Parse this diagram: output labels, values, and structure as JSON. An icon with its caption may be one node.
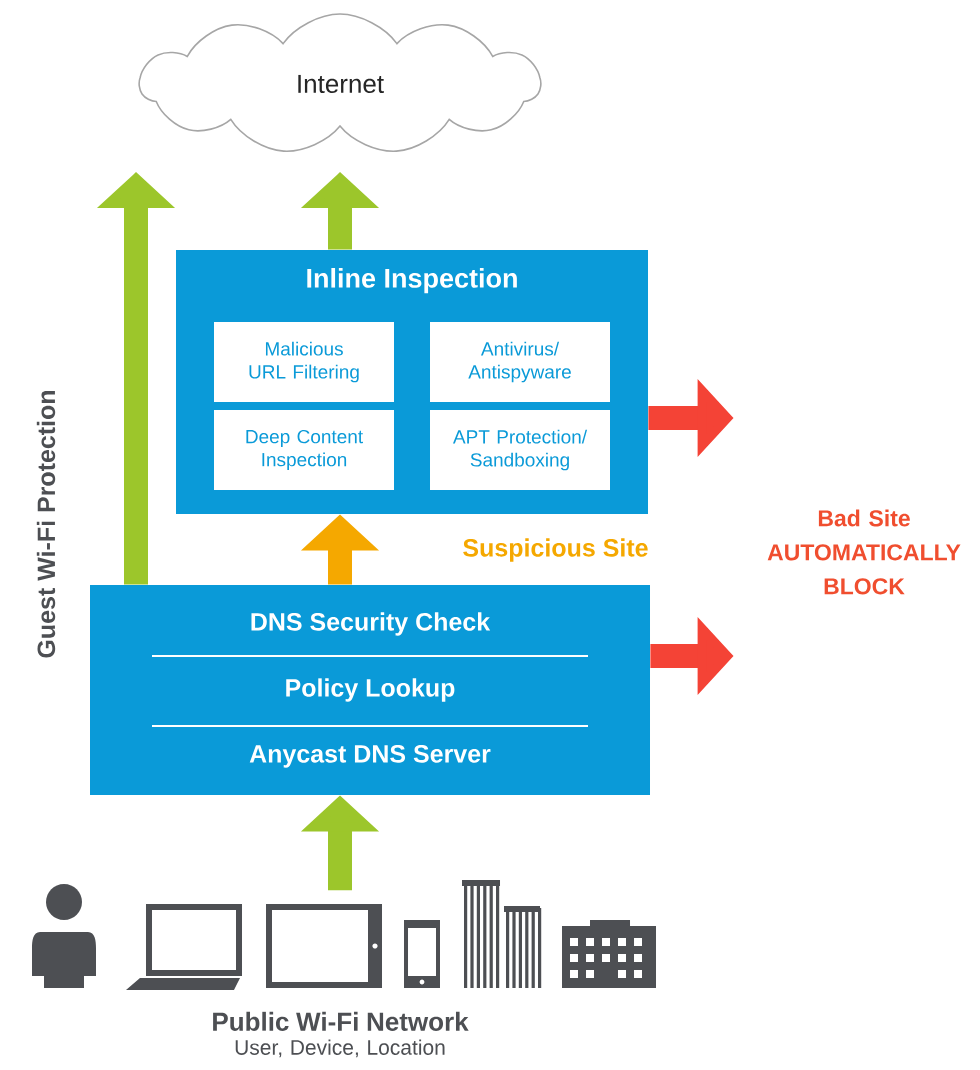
{
  "diagram": {
    "nodes": [
      {
        "text": [
          "Internet"
        ]
      },
      {
        "text": [
          "Inline Inspection"
        ]
      },
      {
        "text": [
          "Malicious URL Filtering"
        ],
        "in": 1
      },
      {
        "text": [
          "Antivirus/ Antispyware"
        ],
        "in": 1
      },
      {
        "text": [
          "Deep Content Inspection"
        ],
        "in": 1
      },
      {
        "text": [
          "APT Protection/ Sandboxing"
        ],
        "in": 1
      },
      {
        "text": [
          "DNS Security Check",
          "Policy Lookup",
          "Anycast DNS Server"
        ]
      },
      {
        "text": [
          "Bad Site",
          "AUTOMATICALLY BLOCK"
        ]
      },
      {
        "text": [
          "Public Wi-Fi Network",
          "User, Device, Location"
        ]
      }
    ],
    "edges": [
      {
        "from": 6,
        "to": 0,
        "arrow": "to"
      },
      {
        "from": 1,
        "to": 0,
        "arrow": "to"
      },
      {
        "from": 6,
        "to": 1,
        "arrow": "to",
        "label": "Suspicious Site",
        "color": "#f5a800"
      },
      {
        "from": 1,
        "to": 7,
        "arrow": "to",
        "color": "#f44336"
      },
      {
        "from": 6,
        "to": 7,
        "arrow": "to",
        "color": "#f44336"
      },
      {
        "from": 8,
        "to": 6,
        "arrow": "to"
      }
    ],
    "labels": [
      "Guest Wi-Fi Protection"
    ]
  }
}
